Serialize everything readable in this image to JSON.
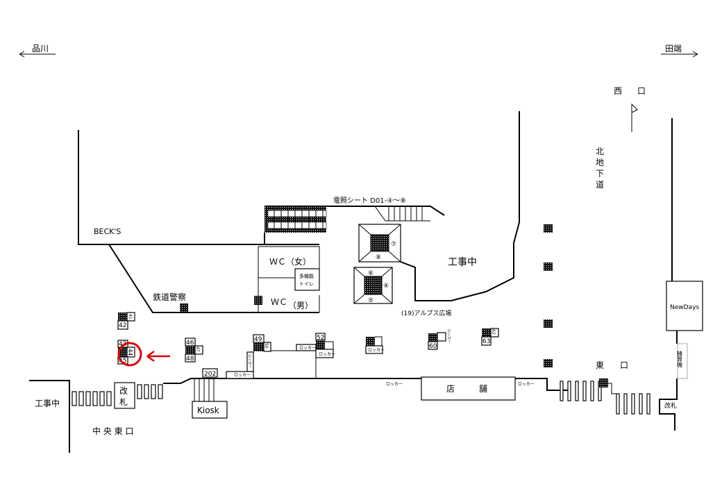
{
  "directions": {
    "left": "品川",
    "right": "田端"
  },
  "labels": {
    "west_exit": [
      "西",
      "口"
    ],
    "north_underpass": [
      "北",
      "地",
      "下",
      "道"
    ],
    "becks": "BECK'S",
    "railway_police": "鉄道警察",
    "wc_female": "ＷＣ（女）",
    "wc_male_a": "ＷＣ",
    "wc_male_b": "（男）",
    "multi_toilet_a": "多機能",
    "multi_toilet_b": "トイレ",
    "sign_title": "電照シート D01-④～⑧",
    "construction_center": "工事中",
    "construction_left": "工事中",
    "alps_plaza": "(19)アルプス広場",
    "newdays": "NewDays",
    "fare_adjust": "精算機",
    "east_exit": [
      "東",
      "口"
    ],
    "shop": [
      "店",
      "舗"
    ],
    "ticket_gate_left": [
      "改",
      "札"
    ],
    "ticket_gate_right": "改札",
    "kiosk": "Kiosk",
    "central_east_exit": "中 央 東 口",
    "locker": "ロッカー"
  },
  "sign_numbers": {
    "n41": "41",
    "n42": "42",
    "n43": "43",
    "n44": "44",
    "n45": "45",
    "n46": "46",
    "n47": "47",
    "n48": "48",
    "n49": "49",
    "n50": "50",
    "n52": "52",
    "n60": "60",
    "n62": "62",
    "n63": "63",
    "n202": "202",
    "c4": "④",
    "c5": "⑤",
    "c6": "⑥",
    "c7": "⑦",
    "c8": "⑧"
  },
  "highlight": {
    "sign": "44",
    "color": "#e00000"
  }
}
